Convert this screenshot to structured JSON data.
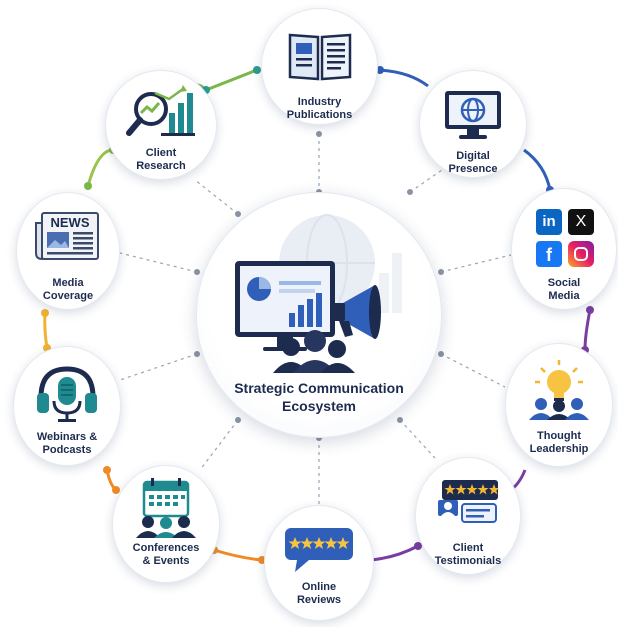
{
  "center": {
    "title": "Strategic Communication\nEcosystem"
  },
  "nodes": [
    {
      "id": "industry-publications",
      "label": "Industry\nPublications",
      "icon": "open-book-icon"
    },
    {
      "id": "digital-presence",
      "label": "Digital\nPresence",
      "icon": "globe-monitor-icon"
    },
    {
      "id": "social-media",
      "label": "Social\nMedia",
      "icon": "social-media-icons",
      "icon_text": {
        "linkedin": "in",
        "x": "X",
        "facebook": "f"
      }
    },
    {
      "id": "thought-leadership",
      "label": "Thought\nLeadership",
      "icon": "lightbulb-people-icon"
    },
    {
      "id": "client-testimonials",
      "label": "Client\nTestimonials",
      "icon": "testimonial-stars-icon"
    },
    {
      "id": "online-reviews",
      "label": "Online\nReviews",
      "icon": "review-stars-bubble-icon"
    },
    {
      "id": "conferences-events",
      "label": "Conferences\n& Events",
      "icon": "calendar-audience-icon"
    },
    {
      "id": "webinars-podcasts",
      "label": "Webinars &\nPodcasts",
      "icon": "microphone-headphones-icon"
    },
    {
      "id": "media-coverage",
      "label": "Media\nCoverage",
      "icon": "newspaper-icon",
      "icon_text": "NEWS"
    },
    {
      "id": "client-research",
      "label": "Client\nResearch",
      "icon": "magnifier-chart-icon"
    }
  ],
  "colors": {
    "navy": "#1d2b4f",
    "blue": "#2f5fb8",
    "teal": "#1f8a8f",
    "green": "#7ab648",
    "orange": "#f08a24",
    "purple": "#7a3ea0",
    "gold": "#f2b632",
    "dashed": "#9aa3b2"
  }
}
